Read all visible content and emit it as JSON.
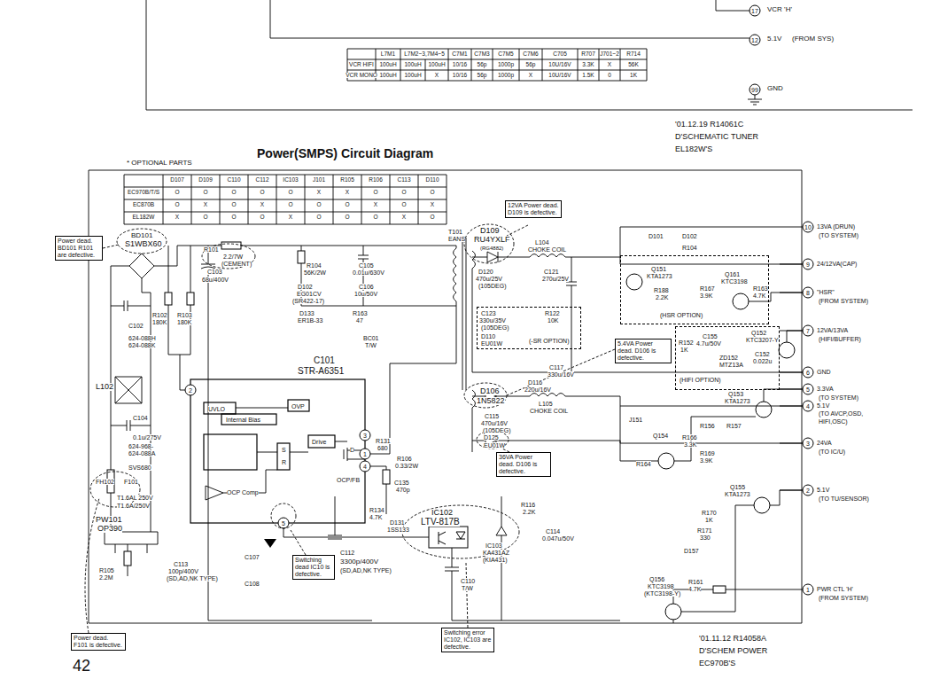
{
  "diagram": {
    "title": "Power(SMPS) Circuit Diagram",
    "nodes": [
      {
        "text": [
          "12VA Power dead. D109 is defective."
        ]
      },
      {
        "text": [
          "Power dead. BD101 R101 are defective."
        ]
      },
      {
        "text": [
          "5.4VA Power dead. D106 is defective."
        ]
      },
      {
        "text": [
          "36VA Power dead. D106 is defective."
        ]
      },
      {
        "text": [
          "Switching dead IC10 is defective."
        ]
      },
      {
        "text": [
          "Power dead. F101 is defective."
        ]
      },
      {
        "text": [
          "Switching error IC102, IC103 are defective."
        ]
      },
      {
        "text": [
          "(HSR OPTION)"
        ]
      },
      {
        "text": [
          "(HIFI OPTION)"
        ]
      },
      {
        "text": [
          "(-SR OPTION)"
        ]
      }
    ],
    "labels": [
      "17",
      "VCR 'H'",
      "12",
      "5.1V",
      "(FROM SYS)",
      "99",
      "GND",
      "L7M1",
      "L7M2~3,7M4~5",
      "C7M1",
      "C7M3",
      "C7M5",
      "C7M6",
      "C705",
      "R707",
      "J701~2",
      "R714",
      "VCR HIFI",
      "100uH",
      "100uH",
      "100uH",
      "10/16",
      "56p",
      "1000p",
      "56p",
      "10U/16V",
      "3.3K",
      "X",
      "56K",
      "VCR MONO",
      "100uH",
      "100uH",
      "X",
      "10/16",
      "56p",
      "1000p",
      "X",
      "10U/16V",
      "1.5K",
      "0",
      "1K",
      "'01.12.19 R14061C",
      "D'SCHEMATIC TUNER",
      "EL182W'S",
      "* OPTIONAL PARTS",
      "D107",
      "D109",
      "C110",
      "C112",
      "IC103",
      "J101",
      "R105",
      "R106",
      "C113",
      "D110",
      "EC970B/T/S",
      "O",
      "O",
      "O",
      "O",
      "O",
      "X",
      "X",
      "O",
      "O",
      "O",
      "EC870B",
      "O",
      "X",
      "O",
      "X",
      "O",
      "O",
      "O",
      "X",
      "O",
      "X",
      "EL182W",
      "X",
      "O",
      "O",
      "O",
      "X",
      "O",
      "O",
      "O",
      "X",
      "O",
      "T101",
      "EANS",
      "D109",
      "RU4YXLF",
      "(RG4882)",
      "BD101",
      "S1WBX60",
      "R101",
      "2.2/7W",
      "(CEMENT)",
      "C103",
      "68u/400V",
      "R104",
      "56K/2W",
      "C105",
      "0.01u/630V",
      "D102",
      "EG01CV",
      "(SR422-17)",
      "C106",
      "10u/50V",
      "L104",
      "CHOKE COIL",
      "D120",
      "470u/25V",
      "(105DEG)",
      "C121",
      "270u/25V",
      "C123",
      "330u/35V",
      "(105DEG)",
      "R122",
      "10K",
      "D110",
      "EU01W",
      "D101",
      "D102",
      "R104",
      "Q151",
      "KTA1273",
      "R188",
      "2.2K",
      "R167",
      "3.9K",
      "Q161",
      "KTC3198",
      "R163",
      "4.7K",
      "Q152",
      "KTC3207-Y",
      "R152",
      "1K",
      "C155",
      "4.7u/50V",
      "ZD152",
      "MTZ13A",
      "C152",
      "0.022u",
      "10",
      "13VA (DRUN)",
      "(TO SYSTEM)",
      "9",
      "24/12VA(CAP)",
      "8",
      "\"HSR\"",
      "(FROM SYSTEM)",
      "7",
      "12VA/13VA",
      "(HIFI/BUFFER)",
      "6",
      "GND",
      "5",
      "3.3VA",
      "(TO SYSTEM)",
      "4",
      "5.1V",
      "(TO AVCP,OSD,",
      "HIFI,OSC)",
      "3",
      "24VA",
      "(TO IC/U)",
      "2",
      "5.1V",
      "(TO TU/SENSOR)",
      "1",
      "PWR CTL 'H'",
      "(FROM SYSTEM)",
      "C117",
      "330u/16V",
      "D116",
      "220u/16V",
      "D106",
      "1N5822",
      "L105",
      "CHOKE COIL",
      "C115",
      "470u/16V",
      "(105DEG)",
      "D125",
      "EU01W",
      "Q153",
      "KTA1273",
      "R156",
      "R157",
      "J151",
      "Q154",
      "R166",
      "3.3K",
      "R169",
      "3.9K",
      "R164",
      "Q155",
      "KTA1273",
      "R170",
      "1K",
      "R171",
      "330",
      "D157",
      "Q156",
      "KTC3198",
      "(KTC3198-Y)",
      "R161",
      "4.7K",
      "R102",
      "180K",
      "R103",
      "180K",
      "D133",
      "ER1B-33",
      "R163",
      "47",
      "BC01",
      "T/W",
      "C101",
      "STR-A6351",
      "C102",
      "624-088H",
      "624-088K",
      "L102",
      "C104",
      "0.1u/275V",
      "624-968-",
      "624-088A",
      "SVS680",
      "FH102",
      "F101",
      "T1.6AL 250V",
      "T1.6A/250V",
      "PW101",
      "OP390",
      "R105",
      "2.2M",
      "C113",
      "100p/400V",
      "(SD,AD,NK TYPE)",
      "C107",
      "C108",
      "UVLO",
      "OVP",
      "Internal Bias",
      "Drive",
      "OCP Comp",
      "S",
      "R",
      "D",
      "OCP/FB",
      "3",
      "1",
      "4",
      "5",
      "2",
      "R106",
      "0.33/2W",
      "R131",
      "680",
      "C135",
      "470p",
      "R134",
      "4.7K",
      "D131",
      "1SS133",
      "C112",
      "3300p/400V",
      "(SD,AD,NK TYPE)",
      "IC102",
      "LTV-817B",
      "R116",
      "2.2K",
      "C114",
      "0.047u/50V",
      "IC103",
      "KA431AZ",
      "(KIA431)",
      "C110",
      "T/W",
      "'01.11.12 R14058A",
      "D'SCHEM POWER",
      "EC970B'S",
      "42"
    ]
  }
}
